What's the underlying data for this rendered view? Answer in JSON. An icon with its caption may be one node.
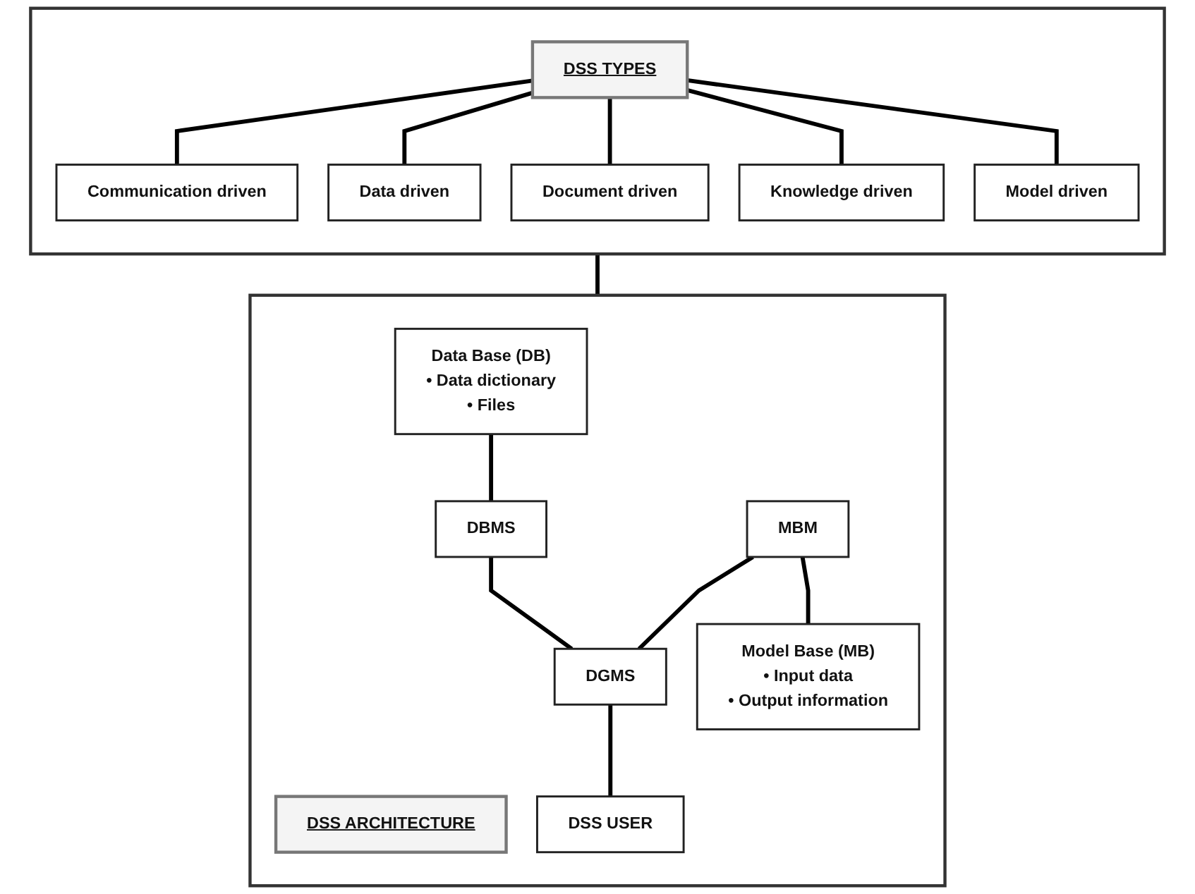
{
  "diagram": {
    "nodes": [
      {
        "text": [],
        "shape": "box"
      },
      {
        "text": [
          "DSS TYPES"
        ],
        "in": 0
      },
      {
        "text": [
          "Communication driven"
        ],
        "in": 0
      },
      {
        "text": [
          "Data driven"
        ],
        "in": 0
      },
      {
        "text": [
          "Document driven"
        ],
        "in": 0
      },
      {
        "text": [
          "Knowledge driven"
        ],
        "in": 0
      },
      {
        "text": [
          "Model driven"
        ],
        "in": 0
      },
      {
        "text": [],
        "shape": "box"
      },
      {
        "text": [
          "DSS ARCHITECTURE"
        ],
        "in": 7
      },
      {
        "text": [
          "Data Base (DB)",
          "• Data dictionary",
          "• Files"
        ],
        "in": 7
      },
      {
        "text": [
          "DBMS"
        ],
        "in": 7
      },
      {
        "text": [
          "MBM"
        ],
        "in": 7
      },
      {
        "text": [
          "DGMS"
        ],
        "in": 7
      },
      {
        "text": [
          "DSS USER"
        ],
        "in": 7
      },
      {
        "text": [
          "Model Base (MB)",
          "• Input data",
          "• Output information"
        ],
        "in": 7
      }
    ],
    "edges": [
      {
        "from": 1,
        "to": 2,
        "arrow": "none"
      },
      {
        "from": 1,
        "to": 3,
        "arrow": "none"
      },
      {
        "from": 1,
        "to": 4,
        "arrow": "none"
      },
      {
        "from": 1,
        "to": 5,
        "arrow": "none"
      },
      {
        "from": 1,
        "to": 6,
        "arrow": "none"
      },
      {
        "from": 0,
        "to": 7,
        "arrow": "none"
      },
      {
        "from": 9,
        "to": 10,
        "arrow": "none"
      },
      {
        "from": 10,
        "to": 12,
        "arrow": "none"
      },
      {
        "from": 11,
        "to": 12,
        "arrow": "none"
      },
      {
        "from": 11,
        "to": 14,
        "arrow": "none"
      },
      {
        "from": 12,
        "to": 13,
        "arrow": "none"
      }
    ]
  }
}
